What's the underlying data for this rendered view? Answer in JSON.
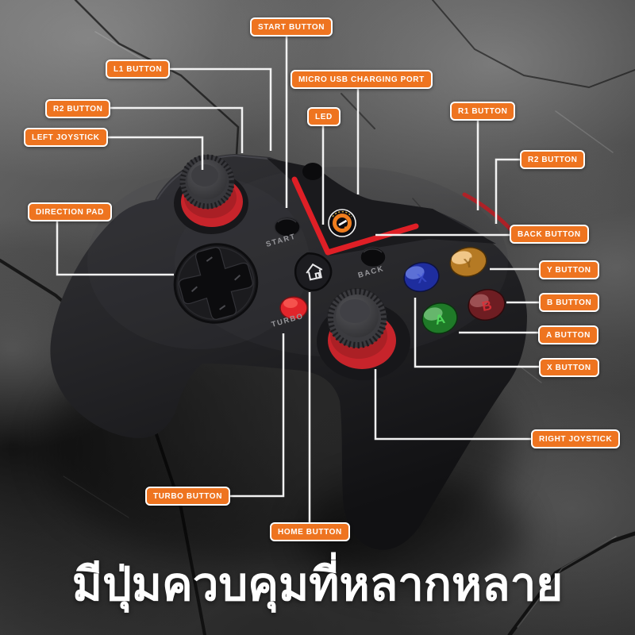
{
  "caption": "มีปุ่มควบคุมที่หลากหลาย",
  "callouts": {
    "start_button": {
      "label": "START BUTTON"
    },
    "l1_button": {
      "label": "L1 BUTTON"
    },
    "micro_usb": {
      "label": "MICRO USB CHARGING PORT"
    },
    "r2_button_left": {
      "label": "R2 BUTTON"
    },
    "led": {
      "label": "LED"
    },
    "r1_button": {
      "label": "R1 BUTTON"
    },
    "r2_button_right": {
      "label": "R2 BUTTON"
    },
    "left_joystick": {
      "label": "LEFT JOYSTICK"
    },
    "direction_pad": {
      "label": "DIRECTION PAD"
    },
    "back_button": {
      "label": "BACK BUTTON"
    },
    "y_button": {
      "label": "Y BUTTON"
    },
    "b_button": {
      "label": "B BUTTON"
    },
    "a_button": {
      "label": "A BUTTON"
    },
    "x_button": {
      "label": "X BUTTON"
    },
    "right_joystick": {
      "label": "RIGHT JOYSTICK"
    },
    "turbo_button": {
      "label": "TURBO BUTTON"
    },
    "home_button": {
      "label": "HOME BUTTON"
    }
  },
  "controller": {
    "body_labels": {
      "start": "START",
      "back": "BACK",
      "turbo": "TURBO"
    },
    "face_buttons": {
      "y": {
        "letter": "Y",
        "color": "#bf8128"
      },
      "b": {
        "letter": "B",
        "color": "#7a2026"
      },
      "a": {
        "letter": "A",
        "color": "#2a8a31"
      },
      "x": {
        "letter": "X",
        "color": "#2433a8"
      }
    },
    "accent_red": "#df1f26",
    "turbo_red": "#e2252b",
    "joystick_ring_red": "#c7242b"
  },
  "style": {
    "callout_bg": "#ee7420",
    "callout_border": "#ffffff",
    "callout_text": "#ffffff",
    "connector_line": "#f2f2f2",
    "caption_color": "#ffffff"
  }
}
